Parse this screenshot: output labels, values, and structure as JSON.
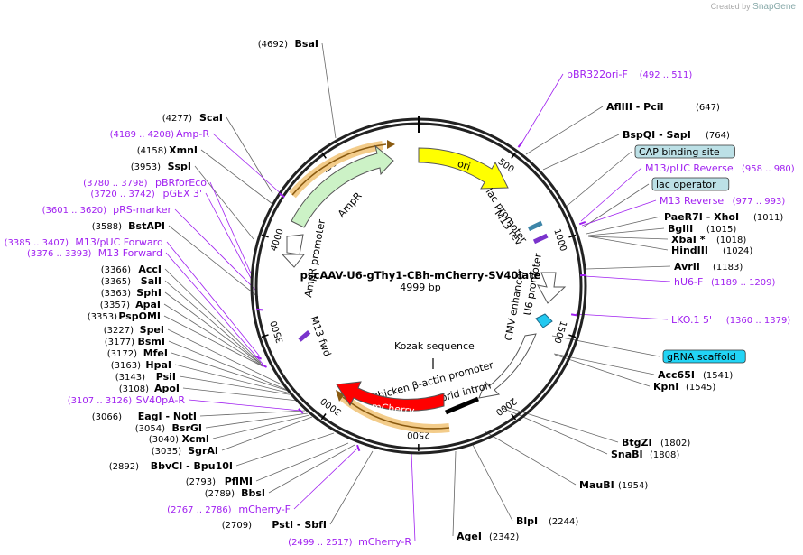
{
  "watermark": {
    "prefix": "Created by",
    "brand": "SnapGene"
  },
  "plasmid": {
    "name": "pscAAV-U6-gThy1-CBh-mCherry-SV40late",
    "length_label": "4999 bp",
    "length": 4999
  },
  "ticks": [
    "500",
    "1000",
    "1500",
    "2000",
    "2500",
    "3000",
    "3500",
    "4000",
    "4500"
  ],
  "features": [
    {
      "name": "ori",
      "color": "#ffff00"
    },
    {
      "name": "AmpR",
      "color": "#ccf2c6"
    },
    {
      "name": "AmpR promoter",
      "color": "#ffffff"
    },
    {
      "name": "lac promoter"
    },
    {
      "name": "M13 rev"
    },
    {
      "name": "CMV enhancer"
    },
    {
      "name": "U6 promoter"
    },
    {
      "name": "M13 fwd"
    },
    {
      "name": "Kozak sequence"
    },
    {
      "name": "chicken β-actin promoter"
    },
    {
      "name": "hybrid intron"
    },
    {
      "name": "mCherry",
      "color": "#ff0000"
    }
  ],
  "right_labels": [
    {
      "text": "pBR322ori-F",
      "coord": "(492 .. 511)",
      "kind": "primer"
    },
    {
      "text": "AflIII - PciI",
      "coord": "(647)",
      "kind": "enzyme"
    },
    {
      "text": "BspQI - SapI",
      "coord": "(764)",
      "kind": "enzyme"
    },
    {
      "text": "CAP binding site",
      "kind": "box"
    },
    {
      "text": "M13/pUC Reverse",
      "coord": "(958 .. 980)",
      "kind": "primer"
    },
    {
      "text": "lac operator",
      "kind": "box"
    },
    {
      "text": "M13 Reverse",
      "coord": "(977 .. 993)",
      "kind": "primer"
    },
    {
      "text": "PaeR7I - XhoI",
      "coord": "(1011)",
      "kind": "enzyme"
    },
    {
      "text": "BglII",
      "coord": "(1015)",
      "kind": "enzyme"
    },
    {
      "text": "XbaI *",
      "coord": "(1018)",
      "kind": "enzyme"
    },
    {
      "text": "HindIII",
      "coord": "(1024)",
      "kind": "enzyme"
    },
    {
      "text": "AvrII",
      "coord": "(1183)",
      "kind": "enzyme"
    },
    {
      "text": "hU6-F",
      "coord": "(1189 .. 1209)",
      "kind": "primer"
    },
    {
      "text": "LKO.1 5'",
      "coord": "(1360 .. 1379)",
      "kind": "primer"
    },
    {
      "text": "gRNA scaffold",
      "kind": "boxcyan"
    },
    {
      "text": "Acc65I",
      "coord": "(1541)",
      "kind": "enzyme"
    },
    {
      "text": "KpnI",
      "coord": "(1545)",
      "kind": "enzyme"
    },
    {
      "text": "BtgZI",
      "coord": "(1802)",
      "kind": "enzyme"
    },
    {
      "text": "SnaBI",
      "coord": "(1808)",
      "kind": "enzyme"
    },
    {
      "text": "MauBI",
      "coord": "(1954)",
      "kind": "enzyme"
    },
    {
      "text": "BlpI",
      "coord": "(2244)",
      "kind": "enzyme"
    },
    {
      "text": "AgeI",
      "coord": "(2342)",
      "kind": "enzyme"
    }
  ],
  "left_labels": [
    {
      "text": "BsaI",
      "coord": "(4692)",
      "kind": "enzyme"
    },
    {
      "text": "ScaI",
      "coord": "(4277)",
      "kind": "enzyme"
    },
    {
      "text": "Amp-R",
      "coord": "(4189 .. 4208)",
      "kind": "primer"
    },
    {
      "text": "XmnI",
      "coord": "(4158)",
      "kind": "enzyme"
    },
    {
      "text": "SspI",
      "coord": "(3953)",
      "kind": "enzyme"
    },
    {
      "text": "pBRforEco",
      "coord": "(3780 .. 3798)",
      "kind": "primer"
    },
    {
      "text": "pGEX 3'",
      "coord": "(3720 .. 3742)",
      "kind": "primer"
    },
    {
      "text": "pRS-marker",
      "coord": "(3601 .. 3620)",
      "kind": "primer"
    },
    {
      "text": "BstAPI",
      "coord": "(3588)",
      "kind": "enzyme"
    },
    {
      "text": "M13/pUC Forward",
      "coord": "(3385 .. 3407)",
      "kind": "primer"
    },
    {
      "text": "M13 Forward",
      "coord": "(3376 .. 3393)",
      "kind": "primer"
    },
    {
      "text": "AccI",
      "coord": "(3366)",
      "kind": "enzyme"
    },
    {
      "text": "SalI",
      "coord": "(3365)",
      "kind": "enzyme"
    },
    {
      "text": "SphI",
      "coord": "(3363)",
      "kind": "enzyme"
    },
    {
      "text": "ApaI",
      "coord": "(3357)",
      "kind": "enzyme"
    },
    {
      "text": "PspOMI",
      "coord": "(3353)",
      "kind": "enzyme"
    },
    {
      "text": "SpeI",
      "coord": "(3227)",
      "kind": "enzyme"
    },
    {
      "text": "BsmI",
      "coord": "(3177)",
      "kind": "enzyme"
    },
    {
      "text": "MfeI",
      "coord": "(3172)",
      "kind": "enzyme"
    },
    {
      "text": "HpaI",
      "coord": "(3163)",
      "kind": "enzyme"
    },
    {
      "text": "PsiI",
      "coord": "(3143)",
      "kind": "enzyme"
    },
    {
      "text": "ApoI",
      "coord": "(3108)",
      "kind": "enzyme"
    },
    {
      "text": "SV40pA-R",
      "coord": "(3107 .. 3126)",
      "kind": "primer"
    },
    {
      "text": "EagI - NotI",
      "coord": "(3066)",
      "kind": "enzyme"
    },
    {
      "text": "BsrGI",
      "coord": "(3054)",
      "kind": "enzyme"
    },
    {
      "text": "XcmI",
      "coord": "(3040)",
      "kind": "enzyme"
    },
    {
      "text": "SgrAI",
      "coord": "(3035)",
      "kind": "enzyme"
    },
    {
      "text": "BbvCI - Bpu10I",
      "coord": "(2892)",
      "kind": "enzyme"
    },
    {
      "text": "PflMI",
      "coord": "(2793)",
      "kind": "enzyme"
    },
    {
      "text": "BbsI",
      "coord": "(2789)",
      "kind": "enzyme"
    },
    {
      "text": "mCherry-F",
      "coord": "(2767 .. 2786)",
      "kind": "primer"
    },
    {
      "text": "PstI - SbfI",
      "coord": "(2709)",
      "kind": "enzyme"
    },
    {
      "text": "mCherry-R",
      "coord": "(2499 .. 2517)",
      "kind": "primer"
    }
  ]
}
